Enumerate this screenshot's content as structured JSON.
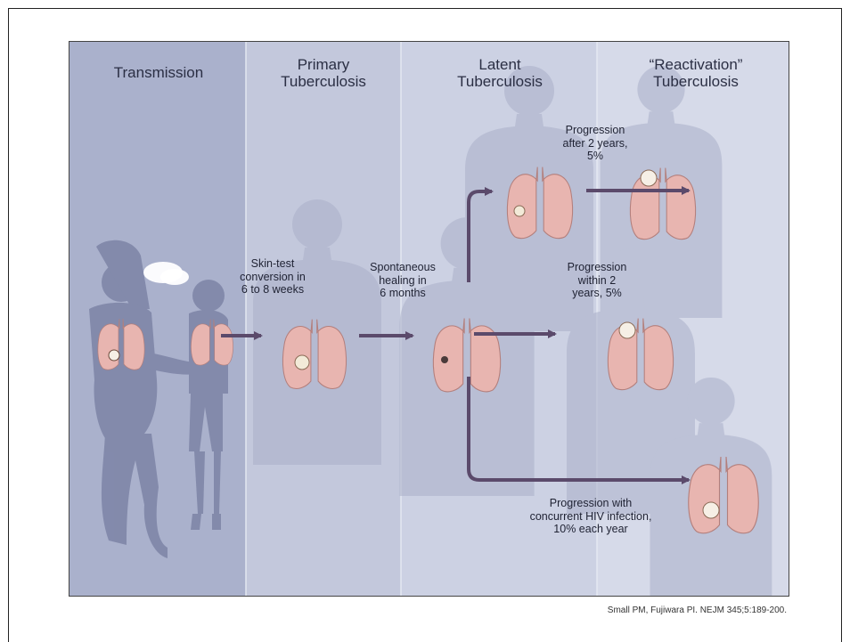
{
  "stages": [
    {
      "name": "Transmission"
    },
    {
      "name": "Primary\nTuberculosis"
    },
    {
      "name": "Latent\nTuberculosis"
    },
    {
      "name": "“Reactivation”\nTuberculosis"
    }
  ],
  "transitions": {
    "skin_test": "Skin-test\nconversion in\n6 to 8 weeks",
    "healing": "Spontaneous\nhealing in\n6 months",
    "progression_after": "Progression\nafter 2 years,\n5%",
    "progression_within": "Progression\nwithin 2\nyears, 5%",
    "progression_hiv": "Progression with\nconcurrent HIV infection,\n10% each year"
  },
  "citation": "Small PM, Fujiwara PI. NEJM 345;5:189-200.",
  "colors": {
    "arrow": "#5b4a6b",
    "lung": "#e8b5b0",
    "lung_edge": "#b37f7c",
    "silhouette": "#a9afc8",
    "panel_text": "#2b2f44"
  }
}
